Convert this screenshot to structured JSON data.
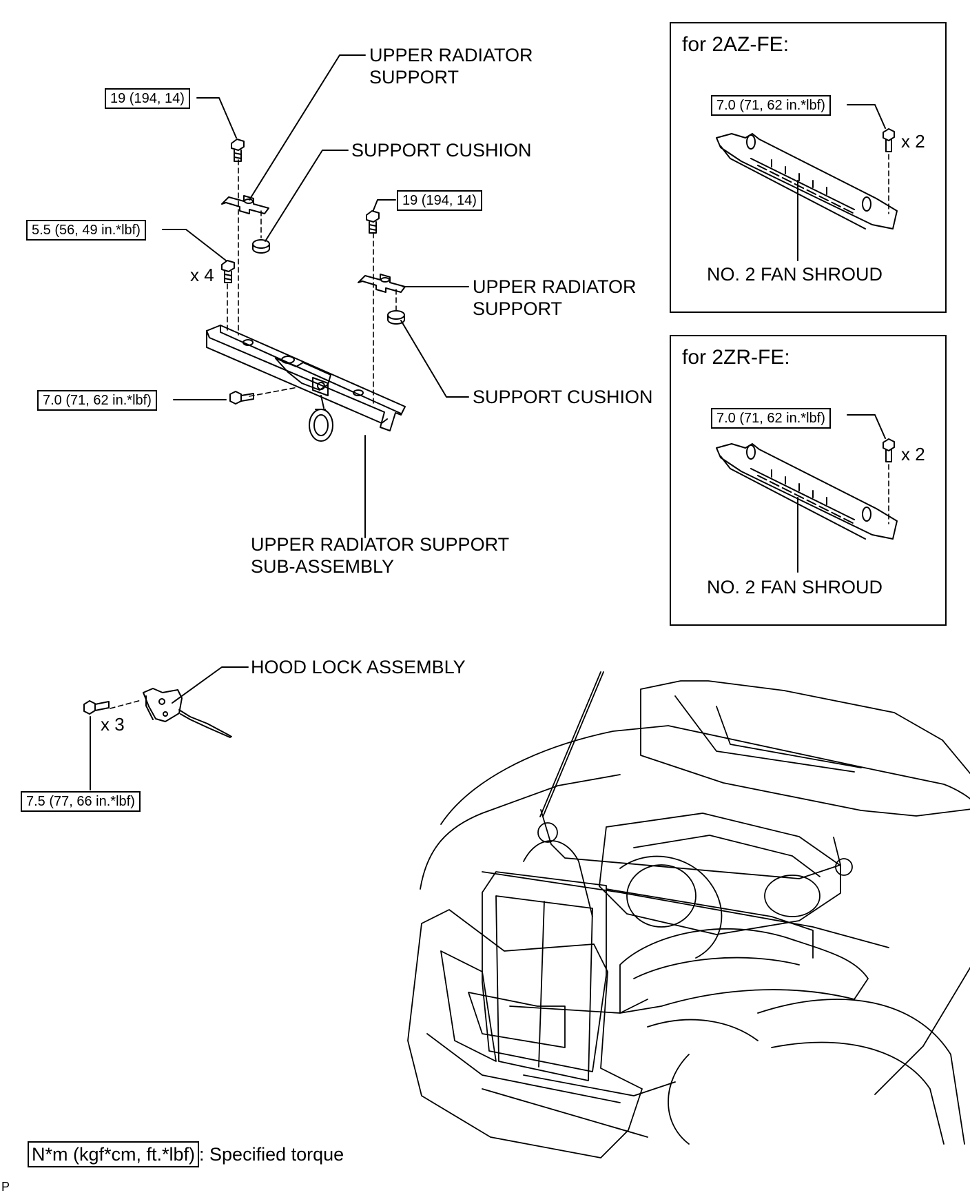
{
  "labels": {
    "upper_radiator_support_1": "UPPER RADIATOR\nSUPPORT",
    "support_cushion_1": "SUPPORT CUSHION",
    "upper_radiator_support_2": "UPPER RADIATOR\nSUPPORT",
    "support_cushion_2": "SUPPORT CUSHION",
    "sub_assembly": "UPPER RADIATOR SUPPORT\nSUB-ASSEMBLY",
    "hood_lock": "HOOD LOCK ASSEMBLY"
  },
  "torques": {
    "bolt_top_left": "19 (194, 14)",
    "bolt_top_center": "19 (194, 14)",
    "bolt_side": "5.5 (56, 49 in.*lbf)",
    "bolt_horn": "7.0 (71, 62 in.*lbf)",
    "bolt_hood_lock": "7.5 (77, 66 in.*lbf)",
    "shroud_2az": "7.0 (71, 62 in.*lbf)",
    "shroud_2zr": "7.0 (71, 62 in.*lbf)"
  },
  "multipliers": {
    "side": "x 4",
    "hood": "x 3",
    "shroud_2az": "x 2",
    "shroud_2zr": "x 2"
  },
  "panels": {
    "az": {
      "title": "for 2AZ-FE:",
      "part": "NO. 2 FAN SHROUD"
    },
    "zr": {
      "title": "for 2ZR-FE:",
      "part": "NO. 2 FAN SHROUD"
    }
  },
  "legend": {
    "unit": "N*m (kgf*cm, ft.*lbf)",
    "text": ": Specified torque"
  },
  "code": "P"
}
